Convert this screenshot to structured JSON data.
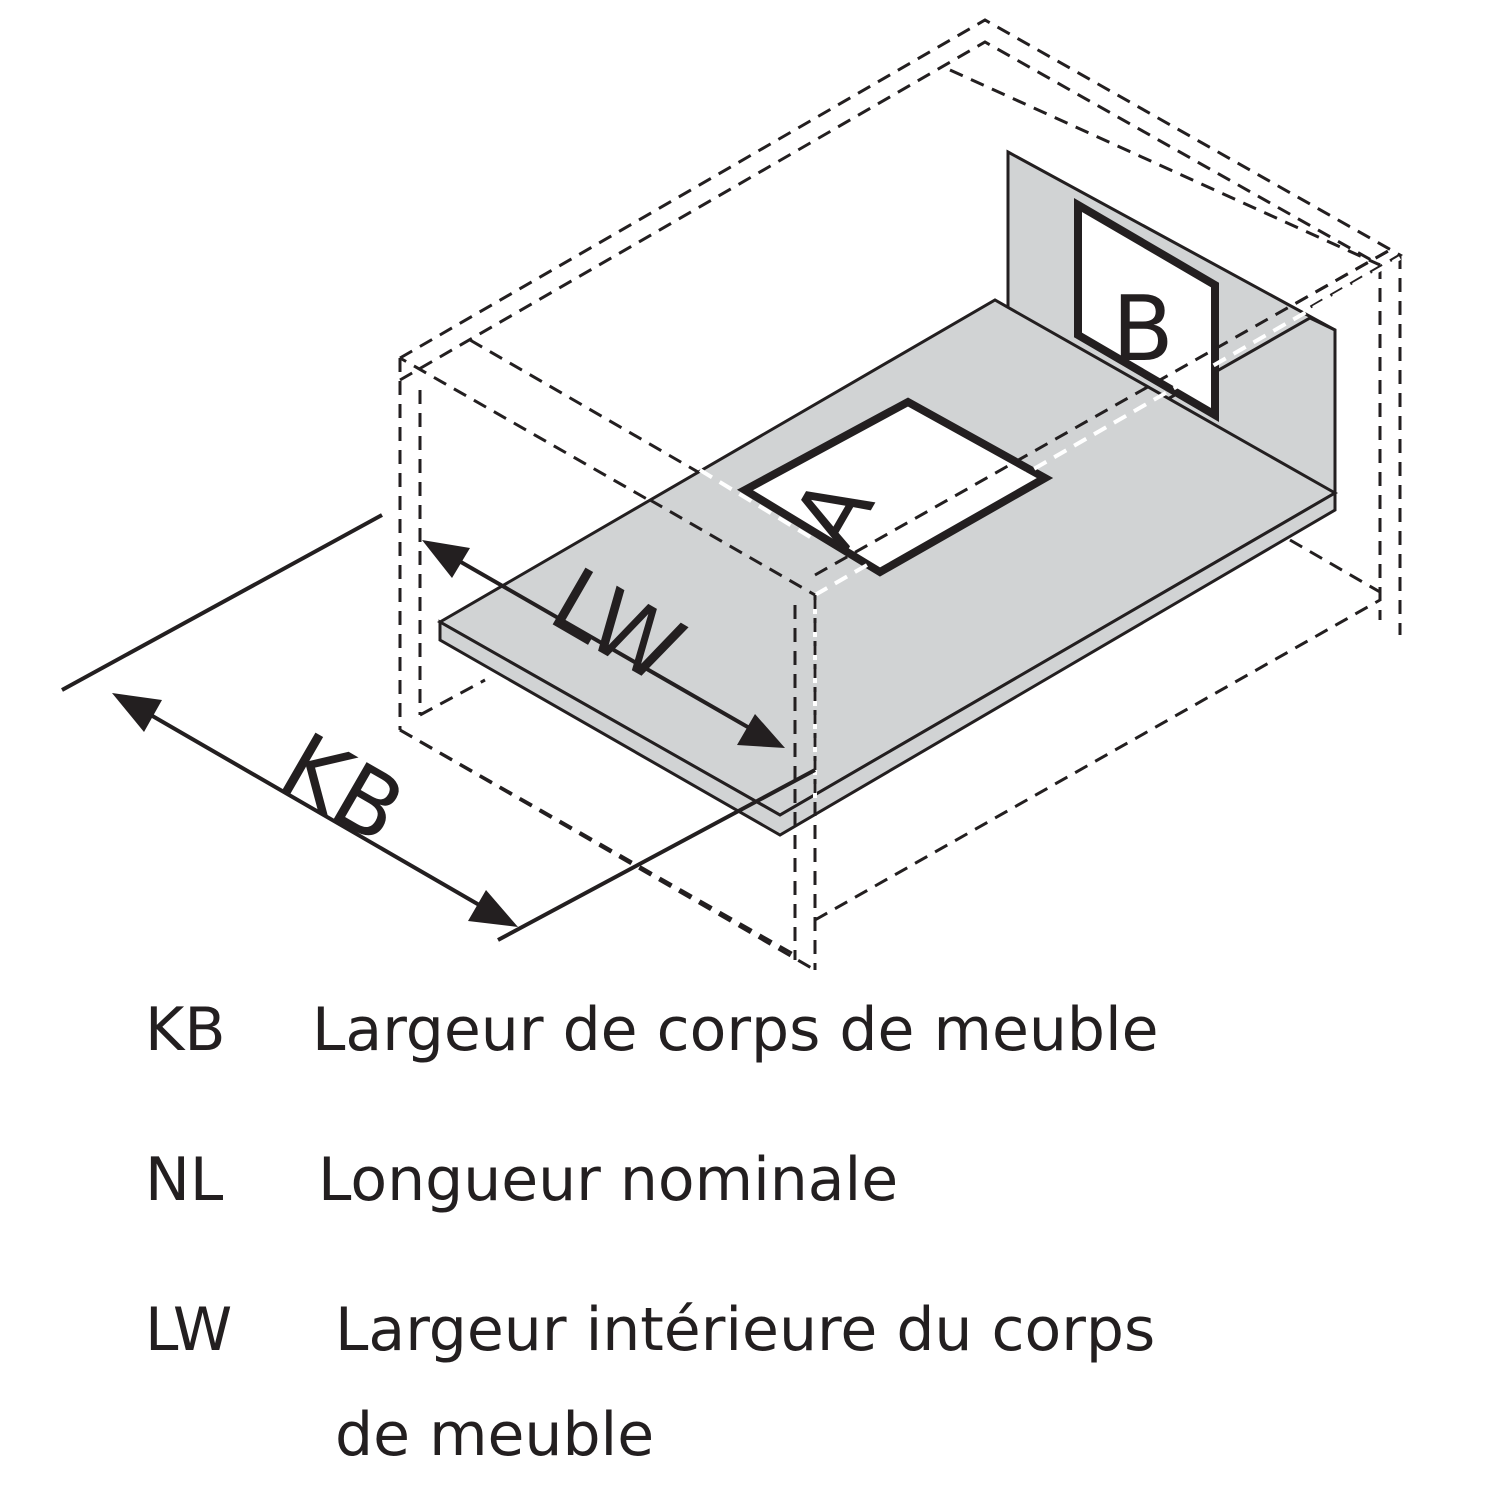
{
  "diagram": {
    "labels": {
      "a": "A",
      "b": "B",
      "lw": "LW",
      "kb": "KB"
    },
    "colors": {
      "panel": "#d1d3d4",
      "line": "#231f20"
    }
  },
  "legend": [
    {
      "abbr": "KB",
      "description": "Largeur de corps de meuble"
    },
    {
      "abbr": "NL",
      "description": "Longueur nominale"
    },
    {
      "abbr": "LW",
      "description": "Largeur intérieure du corps",
      "description_line2": "de meuble"
    }
  ]
}
